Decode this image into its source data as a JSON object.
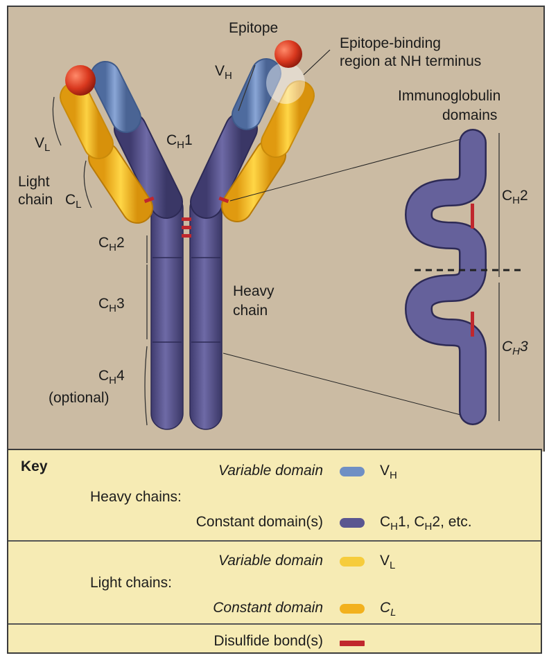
{
  "labels": {
    "epitope": "Epitope",
    "binding_region_line1": "Epitope-binding",
    "binding_region_line2": "region at NH terminus",
    "domains_line1": "Immunoglobulin",
    "domains_line2": "domains",
    "vh_main": "V",
    "vh_sub": "H",
    "vl_main": "V",
    "vl_sub": "L",
    "ch1_main": "C",
    "ch1_sub": "H",
    "ch1_num": "1",
    "light_chain_line1": "Light",
    "light_chain_line2": "chain",
    "cl_main": "C",
    "cl_sub": "L",
    "ch2_main": "C",
    "ch2_sub": "H",
    "ch2_num": "2",
    "ch3_main": "C",
    "ch3_sub": "H",
    "ch3_num": "3",
    "ch4_main": "C",
    "ch4_sub": "H",
    "ch4_num": "4",
    "ch4_note": "(optional)",
    "heavy_chain_line1": "Heavy",
    "heavy_chain_line2": "chain",
    "zoom_ch2_main": "C",
    "zoom_ch2_sub": "H",
    "zoom_ch2_num": "2",
    "zoom_ch3_main": "C",
    "zoom_ch3_sub": "H",
    "zoom_ch3_num": "3"
  },
  "key": {
    "title": "Key",
    "heavy_chains": "Heavy chains:",
    "light_chains": "Light chains:",
    "heavy_variable": "Variable domain",
    "heavy_variable_sym_main": "V",
    "heavy_variable_sym_sub": "H",
    "heavy_constant": "Constant domain(s)",
    "heavy_constant_sym_a": "C",
    "heavy_constant_sym_a_sub": "H",
    "heavy_constant_sym_a_num": "1, ",
    "heavy_constant_sym_b": "C",
    "heavy_constant_sym_b_sub": "H",
    "heavy_constant_sym_b_num": "2, etc.",
    "light_variable": "Variable domain",
    "light_variable_sym_main": "V",
    "light_variable_sym_sub": "L",
    "light_constant": "Constant domain",
    "light_constant_sym_main": "C",
    "light_constant_sym_sub": "L",
    "disulfide": "Disulfide bond(s)"
  },
  "colors": {
    "heavy_variable": "#6f8fc4",
    "heavy_constant": "#5a5690",
    "light_variable": "#f6cc3c",
    "light_constant": "#f2b11e",
    "disulfide": "#c0272d",
    "epitope": "#d9381e",
    "key_background": "#f6ebb4",
    "diagram_background": "#cbbba3"
  }
}
